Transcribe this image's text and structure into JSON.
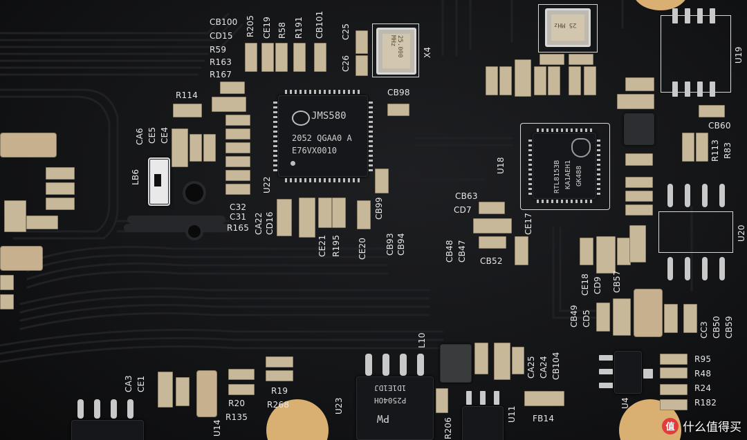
{
  "photo": "pcb-closeup-jms580-rtl8153b",
  "chips": {
    "jms580": {
      "line1": "JMS580",
      "line2": "2052 QGAA0 A",
      "line3": "E76VX0010",
      "ref": "U22"
    },
    "rtl": {
      "line1": "RTL8153B",
      "line2": "KA1AEH1",
      "line3": "GK488",
      "ref": "U18"
    },
    "pwm": {
      "line1": "PW",
      "line2": "P2504OH",
      "line3": "1D1E1DJ",
      "ref": "U23"
    },
    "crystal_x4": {
      "text": "25.000 MHz",
      "ref": "X4"
    },
    "crystal_top": {
      "text": "25 MHz"
    },
    "u19": {
      "ref": "U19"
    },
    "u20": {
      "ref": "U20"
    },
    "u4": {
      "ref": "U4"
    },
    "u11": {
      "ref": "U11"
    },
    "u14": {
      "ref": "U14"
    }
  },
  "labels": {
    "CB100": "CB100",
    "CD15": "CD15",
    "R59": "R59",
    "R163": "R163",
    "R167": "R167",
    "R205": "R205",
    "CE19": "CE19",
    "R58": "R58",
    "R191": "R191",
    "CB101": "CB101",
    "C25": "C25",
    "C26": "C26",
    "CB98": "CB98",
    "R114": "R114",
    "CA6": "CA6",
    "CE5": "CE5",
    "CE4": "CE4",
    "LB6": "LB6",
    "C32": "C32",
    "C31": "C31",
    "R165": "R165",
    "CA22": "CA22",
    "CD16": "CD16",
    "CE21": "CE21",
    "R195": "R195",
    "CE20": "CE20",
    "CB99": "CB99",
    "CB93": "CB93",
    "CB94": "CB94",
    "CB63": "CB63",
    "CD7": "CD7",
    "CE17": "CE17",
    "CB48": "CB48",
    "CB47": "CB47",
    "CB52": "CB52",
    "CB60": "CB60",
    "R113": "R113",
    "R83": "R83",
    "CE18": "CE18",
    "CD9": "CD9",
    "CB57": "CB57",
    "CB49": "CB49",
    "CD5": "CD5",
    "CC3": "CC3",
    "CB50": "CB50",
    "CB59": "CB59",
    "R95": "R95",
    "R48": "R48",
    "R24": "R24",
    "R182": "R182",
    "L10": "L10",
    "CA25": "CA25",
    "CA24": "CA24",
    "CB104": "CB104",
    "R206": "R206",
    "FB14": "FB14",
    "R19": "R19",
    "R268": "R268",
    "R20": "R20",
    "R135": "R135",
    "CA3": "CA3",
    "CE1": "CE1"
  },
  "watermark": {
    "text": "什么值得买",
    "logo": "值"
  }
}
